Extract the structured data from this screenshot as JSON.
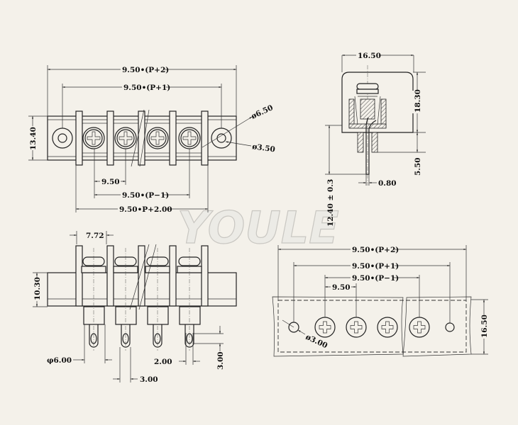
{
  "watermark": "YOULE",
  "top_view": {
    "overall_length": "9.50•(P+2)",
    "hole_spacing": "9.50•(P+1)",
    "height": "13.40",
    "hole_outer_dia": "ø6.50",
    "hole_inner_dia": "ø3.50",
    "pitch": "9.50",
    "screw_span": "9.50•(P−1)",
    "barrier_span": "9.50•P+2.00"
  },
  "side_view": {
    "width": "16.50",
    "height": "18.30",
    "tube_length": "5.50",
    "pin_length": "12.40 ± 0.3",
    "pin_thickness": "0.80"
  },
  "front_view": {
    "barrier_pitch": "7.72",
    "body_height": "10.30",
    "tube_dia": "φ6.00",
    "pin_width": "3.00",
    "slot_width": "2.00",
    "slot_height": "3.00"
  },
  "pcb_layout": {
    "overall_length": "9.50•(P+2)",
    "hole_spacing": "9.50•(P+1)",
    "screw_span": "9.50•(P−1)",
    "pitch": "9.50",
    "hole_dia": "ø3.00",
    "width": "16.50"
  }
}
